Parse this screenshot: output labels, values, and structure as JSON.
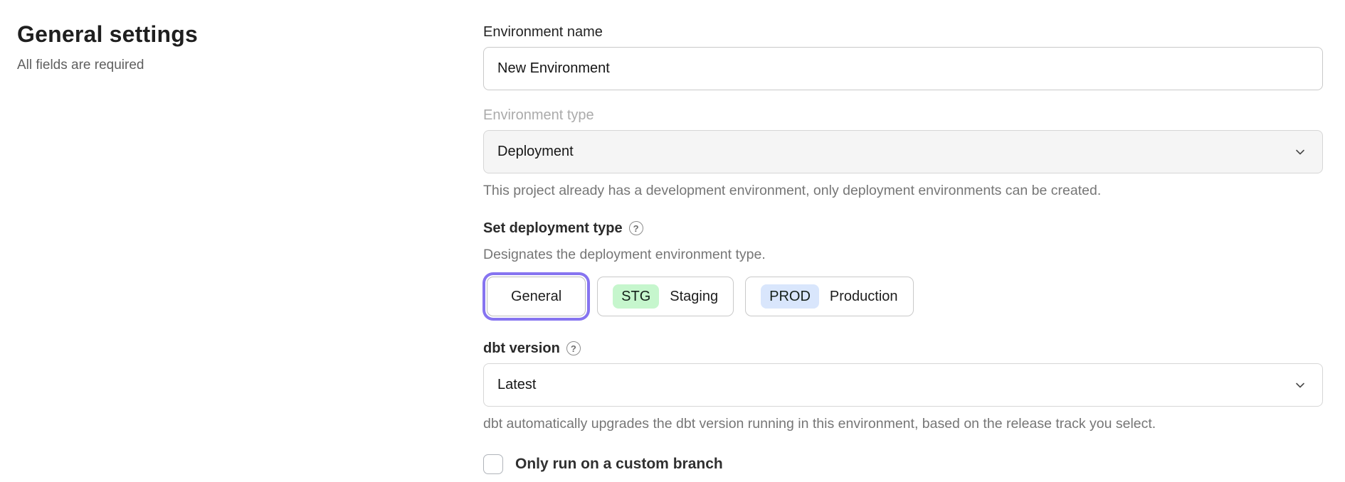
{
  "header": {
    "title": "General settings",
    "subtitle": "All fields are required"
  },
  "form": {
    "environment_name": {
      "label": "Environment name",
      "value": "New Environment"
    },
    "environment_type": {
      "label": "Environment type",
      "value": "Deployment",
      "disabled": true,
      "helper": "This project already has a development environment, only deployment environments can be created."
    },
    "deployment_type": {
      "label": "Set deployment type",
      "help_icon": "?",
      "helper": "Designates the deployment environment type.",
      "options": [
        {
          "label": "General",
          "selected": true
        },
        {
          "badge": "STG",
          "label": "Staging",
          "badge_color": "#c6f6cd"
        },
        {
          "badge": "PROD",
          "label": "Production",
          "badge_color": "#d9e6fc"
        }
      ]
    },
    "dbt_version": {
      "label": "dbt version",
      "help_icon": "?",
      "value": "Latest",
      "helper": "dbt automatically upgrades the dbt version running in this environment, based on the release track you select."
    },
    "custom_branch": {
      "label": "Only run on a custom branch",
      "checked": false
    }
  },
  "colors": {
    "accent_purple": "#8674f0",
    "badge_green": "#c6f6cd",
    "badge_blue": "#d9e6fc",
    "disabled_field_bg": "#f5f5f5"
  }
}
